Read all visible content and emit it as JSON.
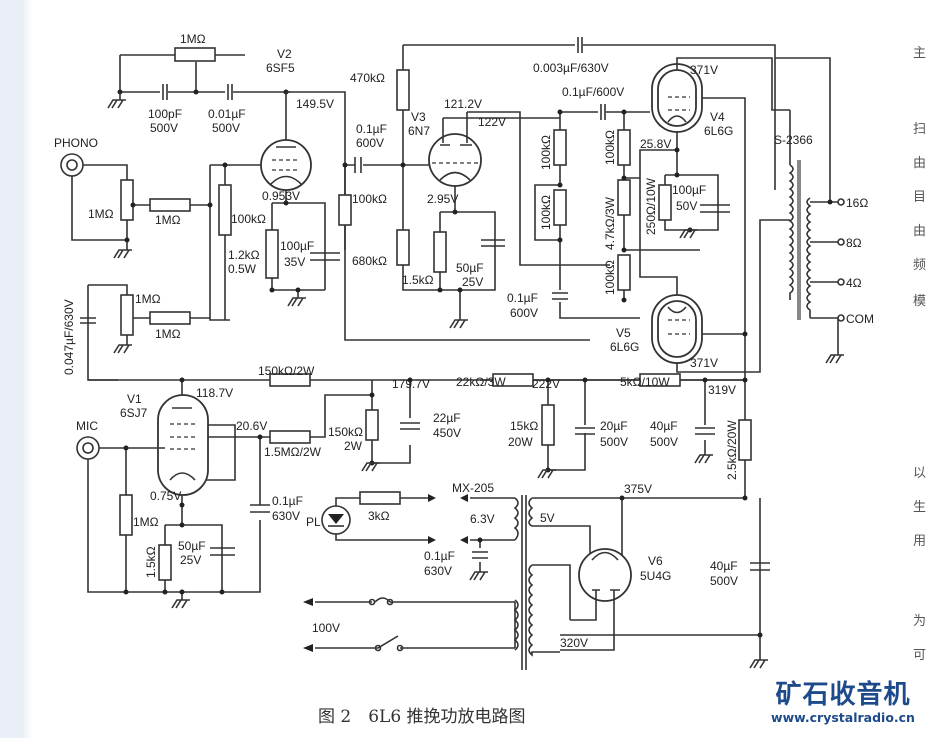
{
  "figure": {
    "caption": "图 2　6L6 推挽功放电路图",
    "title": "6L6 Push-Pull Power Amplifier Schematic"
  },
  "tubes": {
    "v1": {
      "name": "V1",
      "type": "6SJ7"
    },
    "v2": {
      "name": "V2",
      "type": "6SF5"
    },
    "v3": {
      "name": "V3",
      "type": "6N7"
    },
    "v4": {
      "name": "V4",
      "type": "6L6G"
    },
    "v5": {
      "name": "V5",
      "type": "6L6G"
    },
    "v6": {
      "name": "V6",
      "type": "5U4G"
    }
  },
  "inputs": {
    "phono": "PHONO",
    "mic": "MIC",
    "mains": "100V",
    "pilot_lamp": "PL"
  },
  "transformers": {
    "output": "S-2366",
    "power": "MX-205"
  },
  "outputs": {
    "tap16": "16Ω",
    "tap8": "8Ω",
    "tap4": "4Ω",
    "com": "COM"
  },
  "voltages": {
    "v2_plate": "149.5V",
    "v2_cathode": "0.953V",
    "v3_plate1": "121.2V",
    "v3_plate2": "122V",
    "v3_cathode": "2.95V",
    "v4_plate": "371V",
    "v4_cathode": "25.8V",
    "v5_plate": "371V",
    "v1_plate": "118.7V",
    "v1_screen": "20.6V",
    "v1_cathode": "0.75V",
    "b1": "179.7V",
    "b2": "222V",
    "b3": "319V",
    "b4": "375V",
    "heater": "6.3V",
    "rect_heater": "5V",
    "hv_secondary": "320V"
  },
  "components": {
    "r_fb": "1MΩ",
    "c_100p_a": "100pF",
    "c_100p_b": "500V",
    "c_001_a": "0.01µF",
    "c_001_b": "500V",
    "pot_phono": "1MΩ",
    "r_phono": "1MΩ",
    "pot_mic": "1MΩ",
    "r_mic": "1MΩ",
    "c_0047": "0.047µF/630V",
    "r_v2_grid": "100kΩ",
    "r_v2_k_a": "1.2kΩ",
    "r_v2_k_b": "0.5W",
    "c_v2_k_a": "100µF",
    "c_v2_k_b": "35V",
    "c_coup_a": "0.1µF",
    "c_coup_b": "600V",
    "r_v3_grid": "100kΩ",
    "r_470k": "470kΩ",
    "r_680k": "680kΩ",
    "r_v3_k": "1.5kΩ",
    "c_v3_k_a": "50µF",
    "c_v3_k_b": "25V",
    "c_0003": "0.003µF/630V",
    "c_01_600": "0.1µF/600V",
    "r_100k_1": "100kΩ",
    "r_100k_2": "100kΩ",
    "r_100k_3": "100kΩ",
    "r_100k_4": "100kΩ",
    "r_47k": "4.7kΩ/3W",
    "r_250": "250Ω/10W",
    "c_v4_k_a": "100µF",
    "c_v4_k_b": "50V",
    "c_01b_a": "0.1µF",
    "c_01b_b": "600V",
    "r_150k_2w": "150kΩ/2W",
    "r_150k_a": "150kΩ",
    "r_150k_b": "2W",
    "r_15m": "1.5MΩ/2W",
    "c_22_a": "22µF",
    "c_22_b": "450V",
    "r_22k": "22kΩ/3W",
    "r_15k_a": "15kΩ",
    "r_15k_b": "20W",
    "c_20_a": "20µF",
    "c_20_b": "500V",
    "r_5k": "5kΩ/10W",
    "c_40a_a": "40µF",
    "c_40a_b": "500V",
    "r_25k": "2.5kΩ/20W",
    "r_v1_grid": "1MΩ",
    "r_v1_k": "1.5kΩ",
    "c_v1_k_a": "50µF",
    "c_v1_k_b": "25V",
    "c_v1_s_a": "0.1µF",
    "c_v1_s_b": "630V",
    "r_3k": "3kΩ",
    "c_heat_a": "0.1µF",
    "c_heat_b": "630V",
    "c_40b_a": "40µF",
    "c_40b_b": "500V"
  },
  "watermark": {
    "text": "矿石收音机",
    "url": "www.crystalradio.cn"
  },
  "side_text": [
    "主",
    "扫",
    "由",
    "目",
    "由",
    "频",
    "模",
    "以",
    "生",
    "用",
    "为",
    "可"
  ]
}
